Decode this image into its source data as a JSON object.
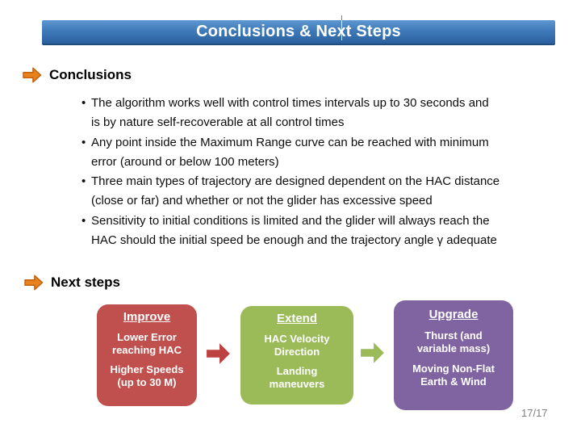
{
  "slide": {
    "title": "Conclusions & Next Steps",
    "page_number": "17/17",
    "bullet_char": "•",
    "sections": {
      "conclusions": {
        "heading": "Conclusions"
      },
      "next_steps": {
        "heading": "Next steps"
      }
    },
    "bullets": [
      {
        "lines": [
          "The algorithm works well with control times intervals up to 30 seconds and",
          "is by nature self-recoverable at all control times"
        ]
      },
      {
        "lines": [
          "Any point inside the Maximum Range curve can be reached with minimum",
          "error (around or below 100 meters)"
        ]
      },
      {
        "lines": [
          "Three main types of trajectory are designed dependent on the HAC distance",
          "(close or far) and whether or not the glider has excessive speed"
        ]
      },
      {
        "lines": [
          "Sensitivity to initial conditions is limited and the glider will always reach the",
          "HAC should the initial speed be enough and the trajectory angle γ adequate"
        ]
      }
    ],
    "boxes": [
      {
        "title": "Improve",
        "items": [
          "Lower Error reaching HAC",
          "Higher Speeds (up to 30 M)"
        ],
        "color": "#C0504D"
      },
      {
        "title": "Extend",
        "items": [
          "HAC Velocity Direction",
          "Landing maneuvers"
        ],
        "color": "#9BBB59"
      },
      {
        "title": "Upgrade",
        "items": [
          "Thurst (and variable mass)",
          "Moving Non-Flat Earth & Wind"
        ],
        "color": "#8064A2"
      }
    ],
    "colors": {
      "title_bar": "#3D79B8",
      "title_bar_border": "#1D4E7E",
      "section_arrow_fill": "#E8821E",
      "section_arrow_outline": "#C3600F",
      "flow_arrow_red": "#BD4140",
      "flow_arrow_green": "#9BBB59",
      "page_number_gray": "#7F7F7F"
    }
  }
}
